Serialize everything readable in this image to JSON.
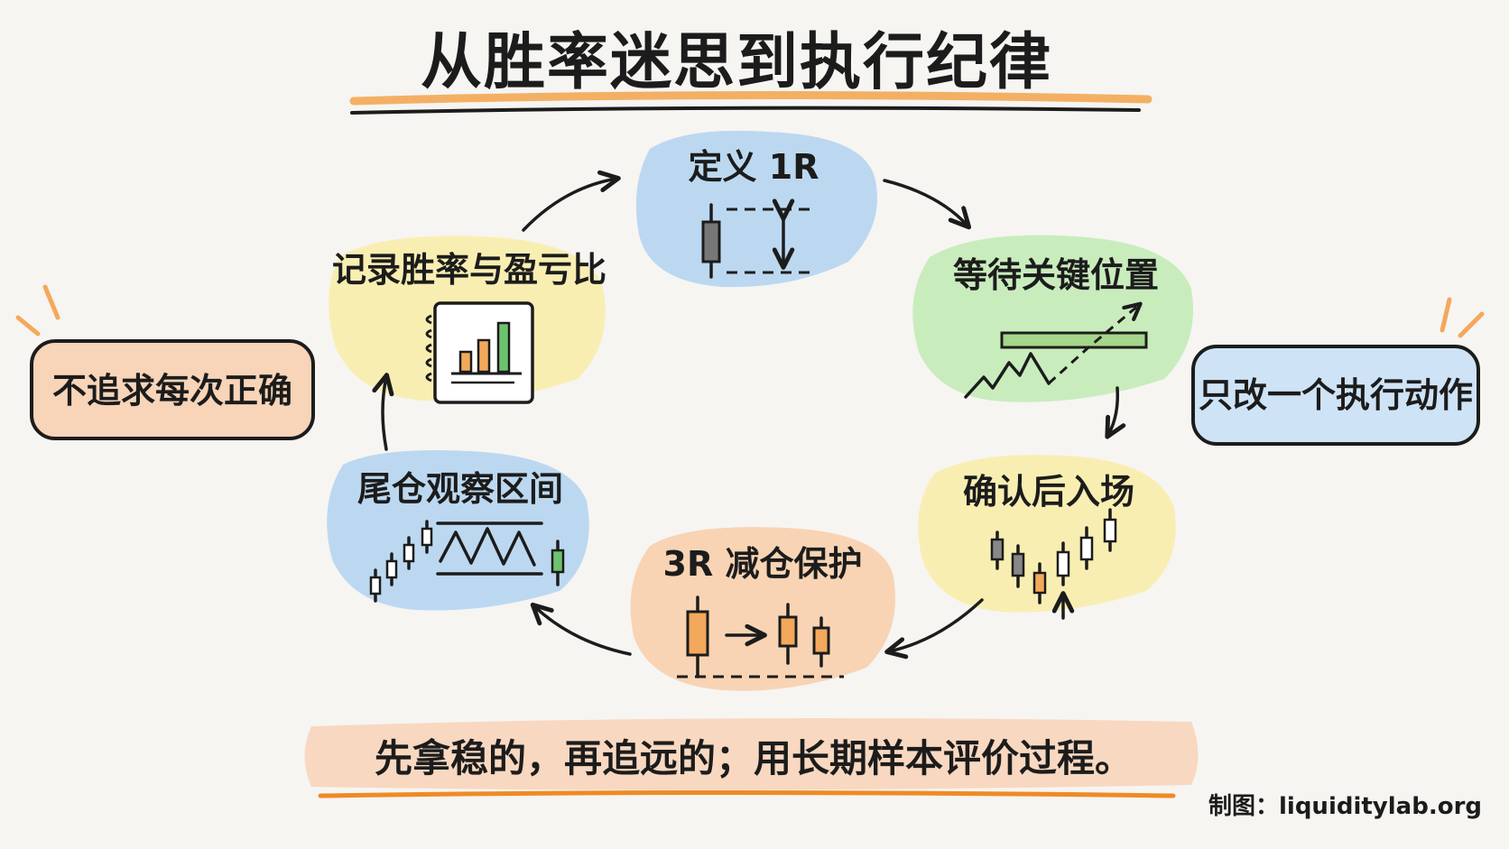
{
  "title": "从胜率迷思到执行纪律",
  "steps": [
    {
      "label": "定义 1R",
      "color": "#bcd8f1"
    },
    {
      "label": "等待关键位置",
      "color": "#c9ecbd"
    },
    {
      "label": "确认后入场",
      "color": "#f9eeb2"
    },
    {
      "label": "3R 减仓保护",
      "color": "#f8d4b4"
    },
    {
      "label": "尾仓观察区间",
      "color": "#bcd8f1"
    },
    {
      "label": "记录胜率与盈亏比",
      "color": "#f9eeb2"
    }
  ],
  "left_note": {
    "label": "不追求每次正确",
    "color": "#f8d4b8"
  },
  "right_note": {
    "label": "只改一个执行动作",
    "color": "#cfe3f6"
  },
  "motto": {
    "text": "先拿稳的，再追远的；用长期样本评价过程。",
    "color": "#f8d8c0"
  },
  "credit": "制图：liquiditylab.org",
  "colors": {
    "accent_orange": "#f08a24",
    "green": "#3aa33a",
    "gray": "#6f6f6f"
  }
}
